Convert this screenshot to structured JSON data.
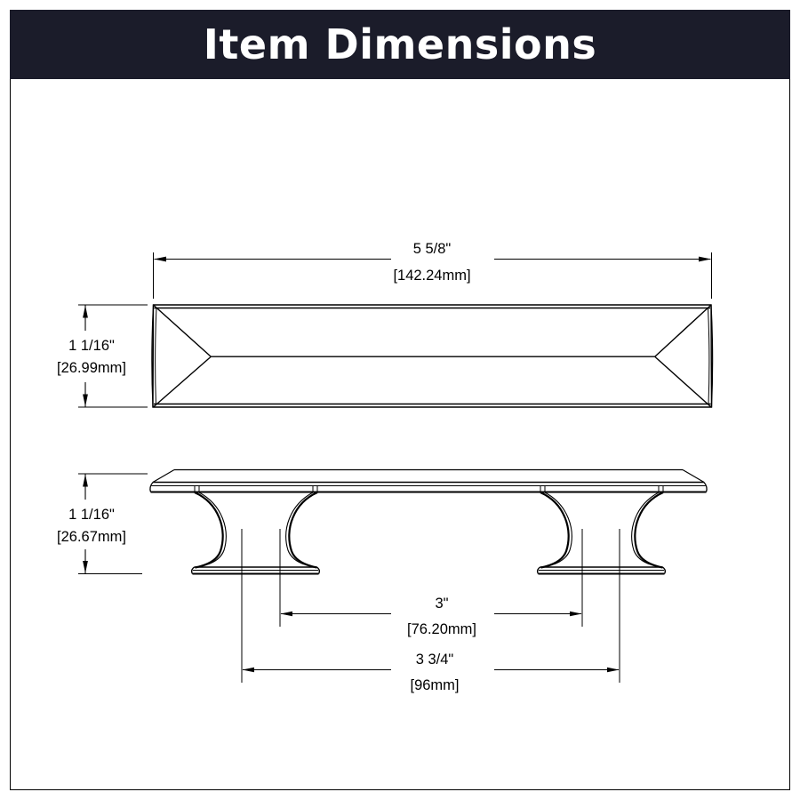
{
  "header": {
    "title": "Item Dimensions",
    "background_color": "#1b1c2a",
    "text_color": "#ffffff"
  },
  "frame": {
    "border_color": "#000000",
    "background_color": "#ffffff"
  },
  "drawing": {
    "line_color": "#000000",
    "views": [
      {
        "name": "top-view",
        "description": "Top view of cabinet pull bar with mitered chamfered ends"
      },
      {
        "name": "side-view",
        "description": "Side elevation of cabinet pull with two flared hourglass posts and footplates"
      }
    ]
  },
  "dimensions": {
    "overall_length": {
      "name": "overall-length",
      "imperial": "5 5/8\"",
      "metric": "[142.24mm]"
    },
    "top_view_width": {
      "name": "top-view-width",
      "imperial": "1 1/16\"",
      "metric": "[26.99mm]"
    },
    "side_view_height": {
      "name": "side-view-height",
      "imperial": "1 1/16\"",
      "metric": "[26.67mm]"
    },
    "center_to_center": {
      "name": "center-to-center",
      "imperial": "3\"",
      "metric": "[76.20mm]"
    },
    "post_spread": {
      "name": "post-spread",
      "imperial": "3 3/4\"",
      "metric": "[96mm]"
    }
  }
}
